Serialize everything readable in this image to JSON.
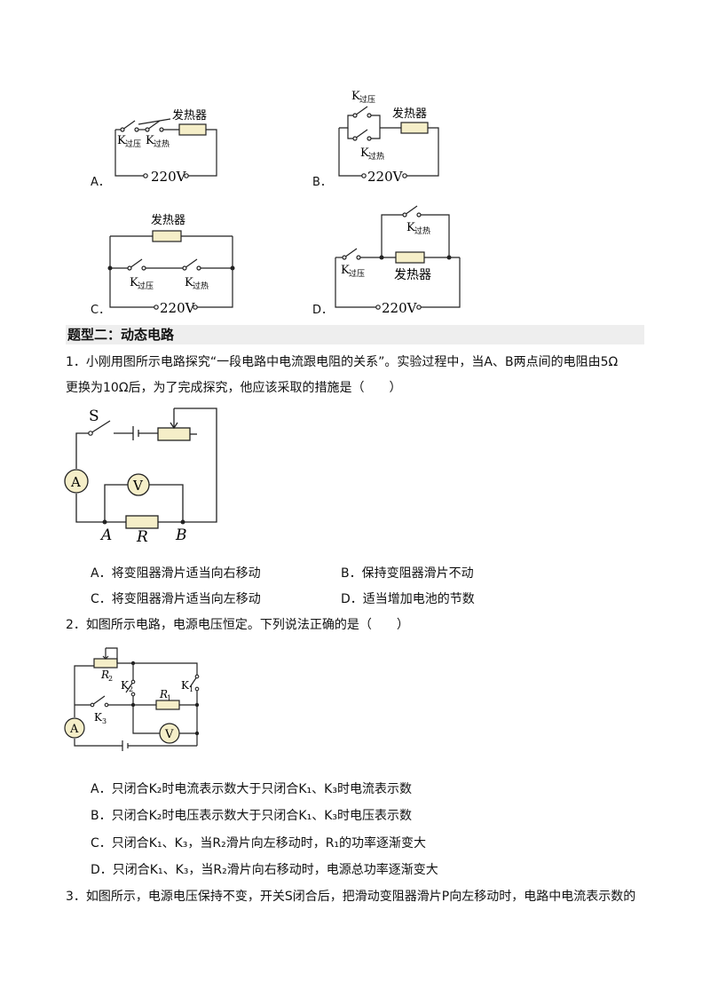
{
  "circuits": {
    "a": {
      "label": "A．",
      "heater": "发热器",
      "switch1": "K",
      "switch1_sub": "过压",
      "switch2": "K",
      "switch2_sub": "过热",
      "voltage": "220V"
    },
    "b": {
      "label": "B．",
      "heater": "发热器",
      "switch1": "K",
      "switch1_sub": "过压",
      "switch2": "K",
      "switch2_sub": "过热",
      "voltage": "220V"
    },
    "c": {
      "label": "C．",
      "heater": "发热器",
      "switch1": "K",
      "switch1_sub": "过压",
      "switch2": "K",
      "switch2_sub": "过热",
      "voltage": "220V"
    },
    "d": {
      "label": "D．",
      "heater": "发热器",
      "switch1": "K",
      "switch1_sub": "过压",
      "switch2": "K",
      "switch2_sub": "过热",
      "voltage": "220V"
    }
  },
  "section": {
    "title": "题型二：动态电路"
  },
  "q1": {
    "stem_line1": "1．小刚用图所示电路探究“一段电路中电流跟电阻的关系”。实验过程中，当A、B两点间的电阻由5Ω",
    "stem_line2": "更换为10Ω后，为了完成探究，他应该采取的措施是（　　）",
    "fig": {
      "switch": "S",
      "ammeter": "A",
      "voltmeter": "V",
      "resistor": "R",
      "point_a": "A",
      "point_b": "B"
    },
    "options": [
      {
        "letter": "A．",
        "text": "将变阻器滑片适当向右移动"
      },
      {
        "letter": "B．",
        "text": "保持变阻器滑片不动"
      },
      {
        "letter": "C．",
        "text": "将变阻器滑片适当向左移动"
      },
      {
        "letter": "D．",
        "text": "适当增加电池的节数"
      }
    ]
  },
  "q2": {
    "stem": "2．如图所示电路，电源电压恒定。下列说法正确的是（　　）",
    "fig": {
      "r2": "R",
      "r2_sub": "2",
      "r1": "R",
      "r1_sub": "1",
      "k1": "K",
      "k1_sub": "1",
      "k2": "K",
      "k2_sub": "2",
      "k3": "K",
      "k3_sub": "3",
      "ammeter": "A",
      "voltmeter": "V"
    },
    "options": [
      {
        "letter": "A．",
        "text": "只闭合K₂时电流表示数大于只闭合K₁、K₃时电流表示数"
      },
      {
        "letter": "B．",
        "text": "只闭合K₂时电压表示数大于只闭合K₁、K₃时电压表示数"
      },
      {
        "letter": "C．",
        "text": "只闭合K₁、K₃，当R₂滑片向左移动时，R₁的功率逐渐变大"
      },
      {
        "letter": "D．",
        "text": "只闭合K₁、K₃，当R₂滑片向右移动时，电源总功率逐渐变大"
      }
    ]
  },
  "q3": {
    "stem": "3．如图所示，电源电压保持不变，开关S闭合后，把滑动变阻器滑片P向左移动时，电路中电流表示数的"
  }
}
